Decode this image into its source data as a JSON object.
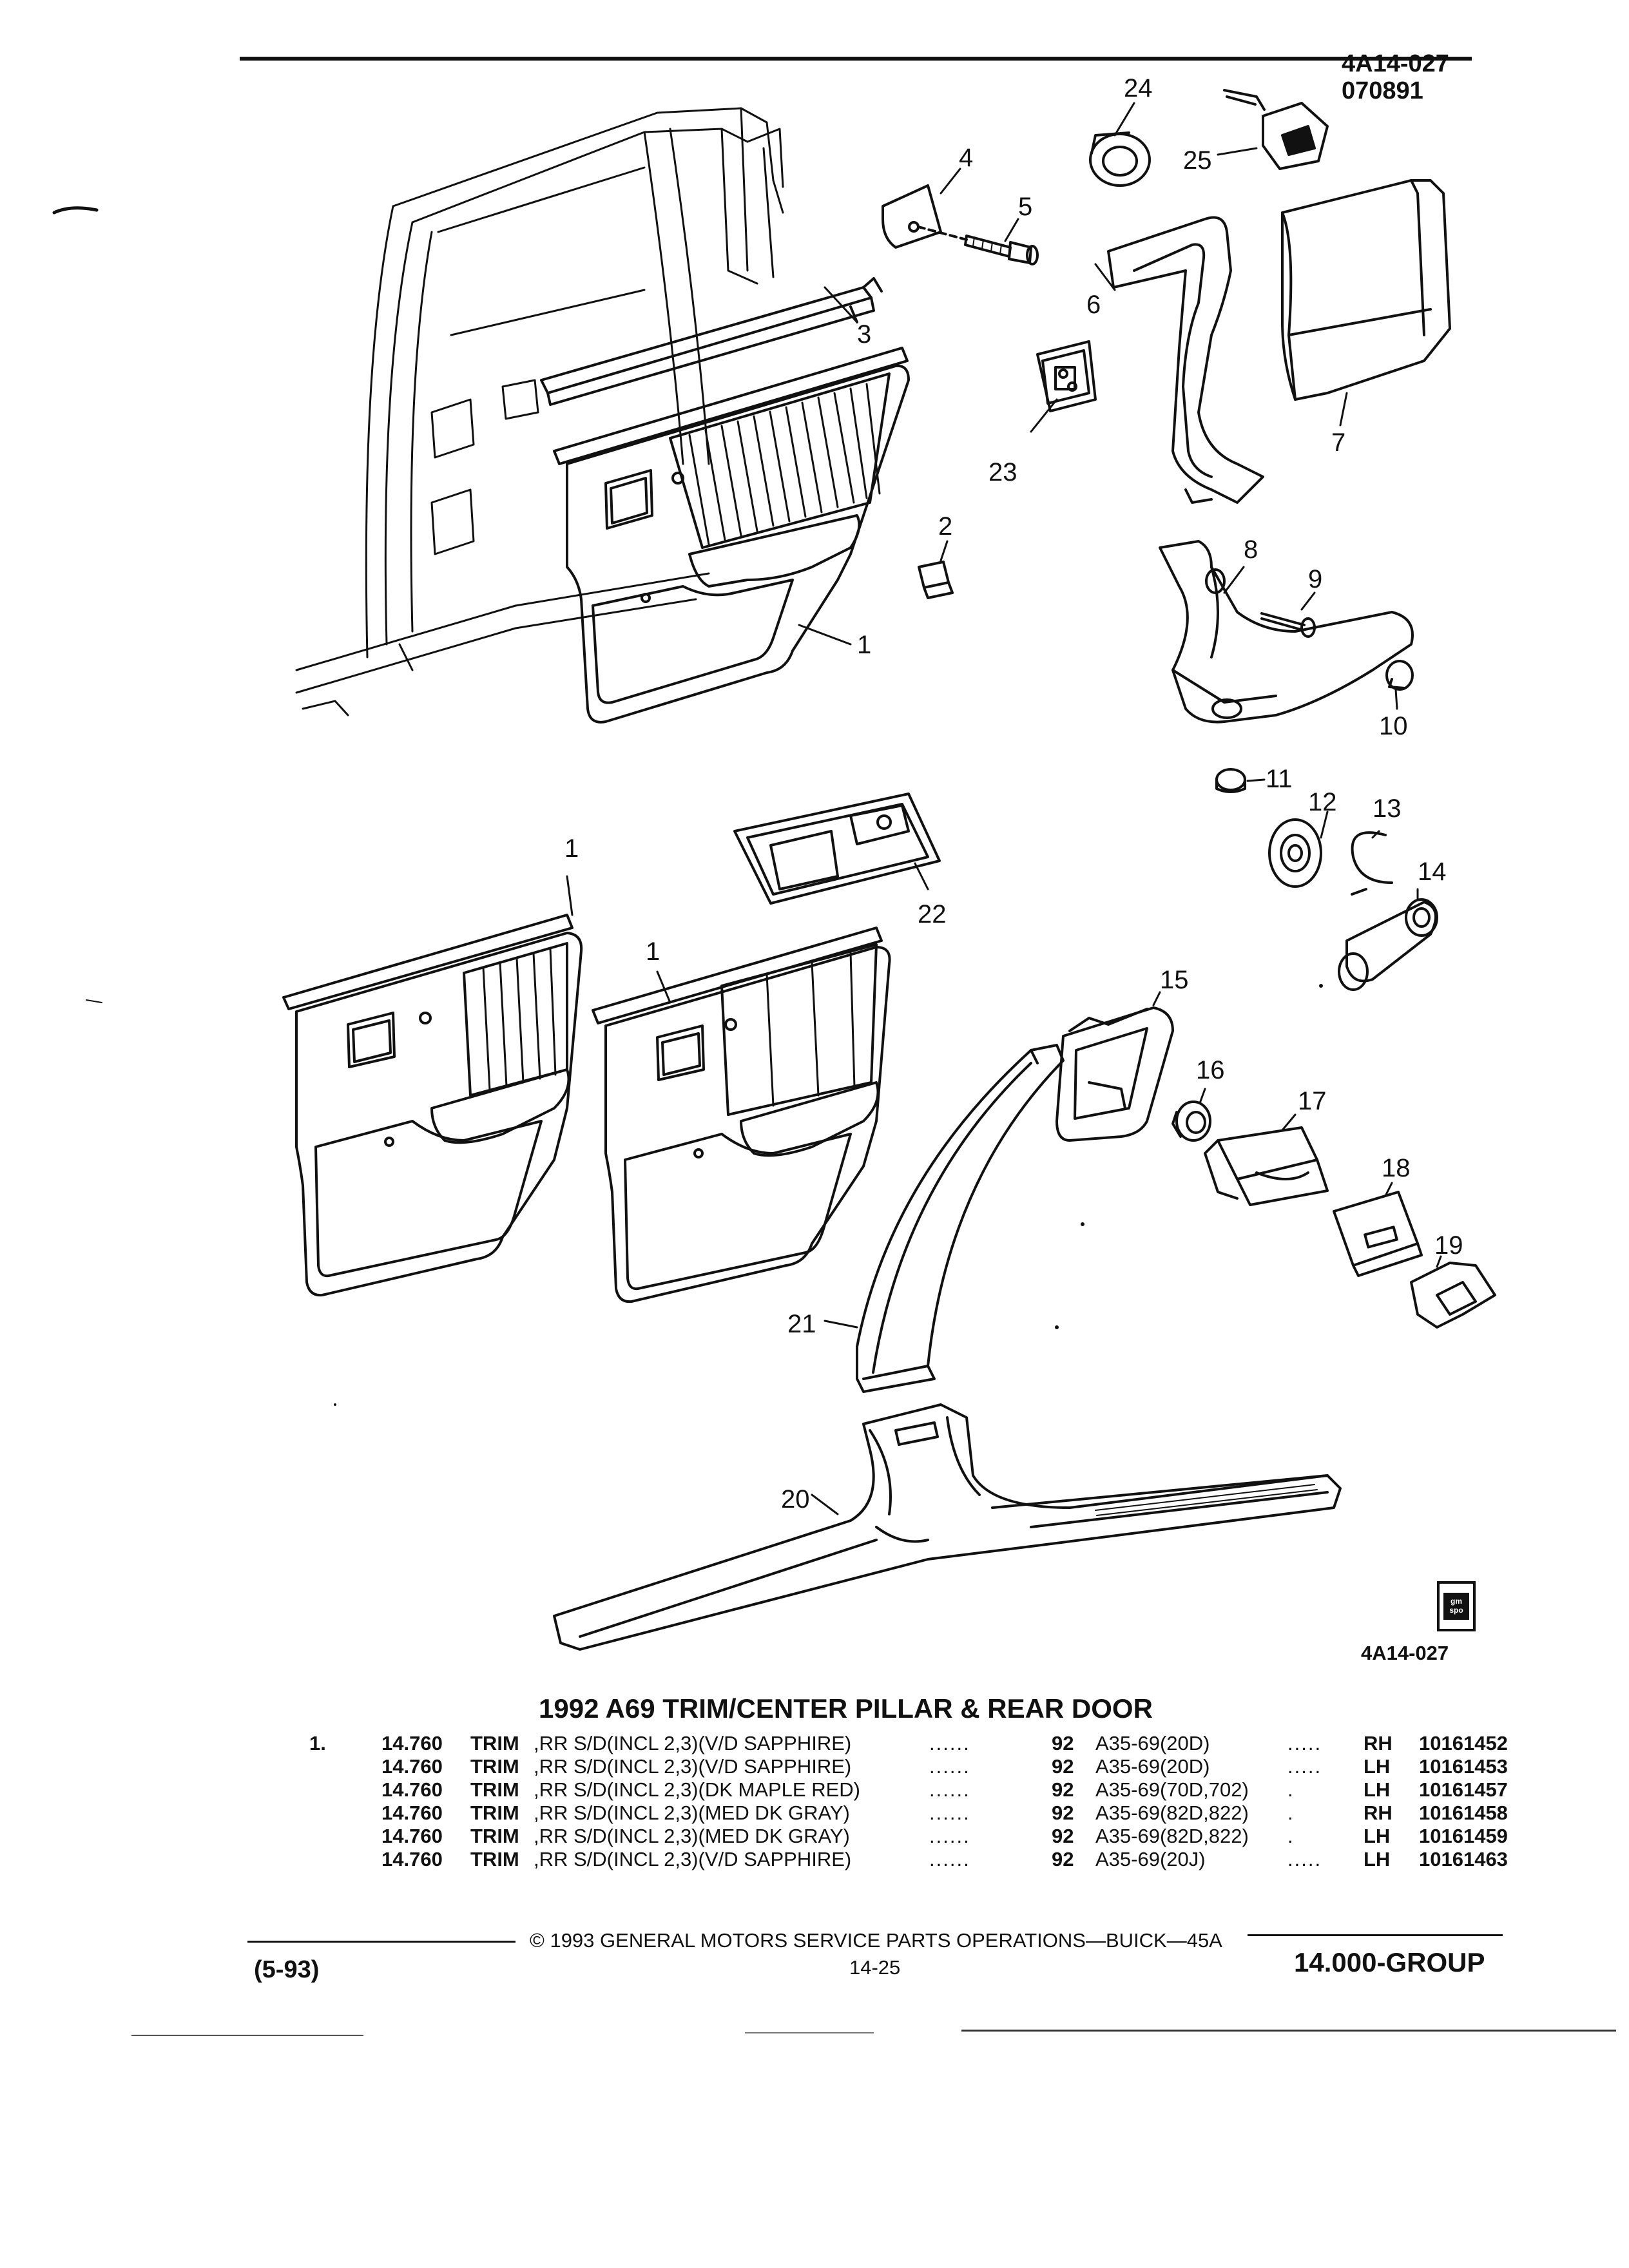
{
  "header": {
    "illus_code": "4A14-027",
    "illus_date": "070891"
  },
  "callouts": {
    "c1a": "1",
    "c1b": "1",
    "c1c": "1",
    "c2": "2",
    "c3": "3",
    "c4": "4",
    "c5": "5",
    "c6": "6",
    "c7": "7",
    "c8": "8",
    "c9": "9",
    "c10": "10",
    "c11": "11",
    "c12": "12",
    "c13": "13",
    "c14": "14",
    "c15": "15",
    "c16": "16",
    "c17": "17",
    "c18": "18",
    "c19": "19",
    "c20": "20",
    "c21": "21",
    "c22": "22",
    "c23": "23",
    "c24": "24",
    "c25": "25"
  },
  "logo": {
    "text": "gm spo"
  },
  "figure_code": "4A14-027",
  "section_title": "1992 A69 TRIM/CENTER PILLAR & REAR DOOR",
  "parts": [
    {
      "item": "1.",
      "code": "14.760",
      "name": "TRIM",
      "desc": ",RR S/D(INCL 2,3)(V/D SAPPHIRE)",
      "dots": "......",
      "year": "92",
      "model": "A35-69(20D)",
      "dots2": ".....",
      "side": "RH",
      "part_no": "10161452"
    },
    {
      "item": "",
      "code": "14.760",
      "name": "TRIM",
      "desc": ",RR S/D(INCL 2,3)(V/D SAPPHIRE)",
      "dots": "......",
      "year": "92",
      "model": "A35-69(20D)",
      "dots2": ".....",
      "side": "LH",
      "part_no": "10161453"
    },
    {
      "item": "",
      "code": "14.760",
      "name": "TRIM",
      "desc": ",RR S/D(INCL 2,3)(DK MAPLE RED)",
      "dots": "......",
      "year": "92",
      "model": "A35-69(70D,702)",
      "dots2": ".",
      "side": "LH",
      "part_no": "10161457"
    },
    {
      "item": "",
      "code": "14.760",
      "name": "TRIM",
      "desc": ",RR S/D(INCL 2,3)(MED DK GRAY)",
      "dots": "......",
      "year": "92",
      "model": "A35-69(82D,822)",
      "dots2": ".",
      "side": "RH",
      "part_no": "10161458"
    },
    {
      "item": "",
      "code": "14.760",
      "name": "TRIM",
      "desc": ",RR S/D(INCL 2,3)(MED DK GRAY)",
      "dots": "......",
      "year": "92",
      "model": "A35-69(82D,822)",
      "dots2": ".",
      "side": "LH",
      "part_no": "10161459"
    },
    {
      "item": "",
      "code": "14.760",
      "name": "TRIM",
      "desc": ",RR S/D(INCL 2,3)(V/D SAPPHIRE)",
      "dots": "......",
      "year": "92",
      "model": "A35-69(20J)",
      "dots2": ".....",
      "side": "LH",
      "part_no": "10161463"
    }
  ],
  "footer": {
    "copyright": "© 1993 GENERAL MOTORS SERVICE PARTS OPERATIONS—BUICK—45A",
    "date": "(5-93)",
    "page": "14-25",
    "group": "14.000-GROUP"
  }
}
